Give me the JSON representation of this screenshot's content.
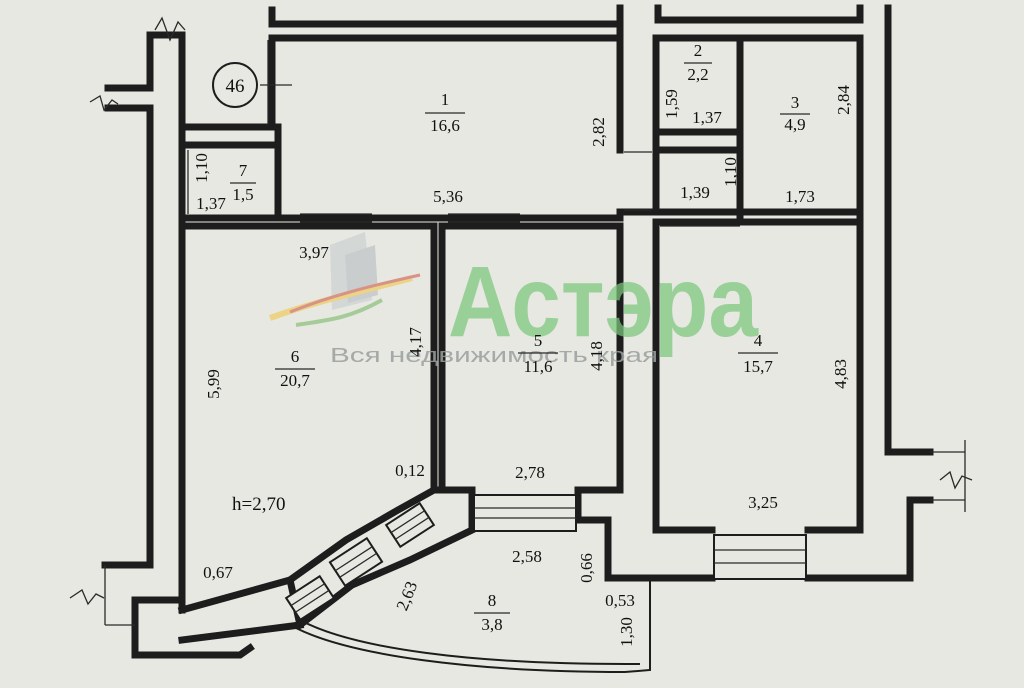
{
  "building_number": "46",
  "ceiling_height": "h=2,70",
  "watermark": {
    "brand": "Астэра",
    "tagline": "Вся недвижимость края"
  },
  "rooms": [
    {
      "id": "1",
      "area": "16,6"
    },
    {
      "id": "2",
      "area": "2,2"
    },
    {
      "id": "3",
      "area": "4,9"
    },
    {
      "id": "4",
      "area": "15,7"
    },
    {
      "id": "5",
      "area": "11,6"
    },
    {
      "id": "6",
      "area": "20,7"
    },
    {
      "id": "7",
      "area": "1,5"
    },
    {
      "id": "8",
      "area": "3,8"
    }
  ],
  "dimensions": [
    "2,82",
    "5,36",
    "1,59",
    "1,37",
    "2,84",
    "1,10",
    "1,39",
    "1,73",
    "1,10",
    "1,37",
    "3,97",
    "4,17",
    "5,99",
    "0,12",
    "4,18",
    "2,78",
    "4,83",
    "3,25",
    "2,58",
    "0,66",
    "0,53",
    "2,63",
    "1,30",
    "0,67"
  ]
}
